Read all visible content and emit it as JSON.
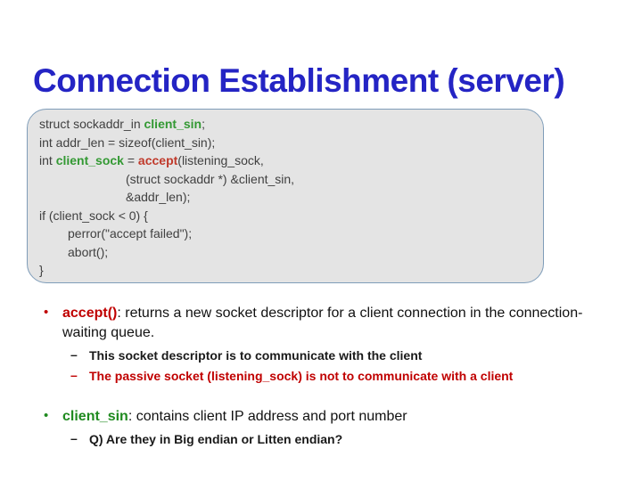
{
  "slide": {
    "title": "Connection Establishment (server)"
  },
  "code_block": {
    "lines": [
      {
        "parts": [
          {
            "t": "struct sockaddr_in "
          },
          {
            "t": "client_sin"
          },
          {
            "t": ";"
          }
        ]
      },
      {
        "parts": [
          {
            "t": "int addr_len = sizeof(client_sin);"
          }
        ]
      },
      {
        "parts": [
          {
            "t": "int "
          },
          {
            "t": "client_sock"
          },
          {
            "t": " = "
          },
          {
            "t": "accept"
          },
          {
            "t": "(listening_sock,"
          }
        ]
      },
      {
        "parts": [
          {
            "t": "(struct sockaddr *) &client_sin,"
          }
        ]
      },
      {
        "parts": [
          {
            "t": "&addr_len);"
          }
        ]
      },
      {
        "parts": [
          {
            "t": "if (client_sock < 0) {"
          }
        ]
      },
      {
        "parts": [
          {
            "t": "perror(\"accept failed\");"
          }
        ]
      },
      {
        "parts": [
          {
            "t": "abort();"
          }
        ]
      },
      {
        "parts": [
          {
            "t": "}"
          }
        ]
      }
    ]
  },
  "bullets": [
    {
      "marker": "•",
      "term": "accept()",
      "body": ": returns a new socket descriptor for a client connection in the connection-waiting queue.",
      "subs": [
        {
          "marker": "–",
          "text": "This socket descriptor is to communicate with the client"
        },
        {
          "marker": "–",
          "text": "The passive socket (listening_sock) is not to communicate with a client"
        }
      ]
    },
    {
      "marker": "•",
      "term": "client_sin",
      "body": ": contains client IP address and port number",
      "subs": [
        {
          "marker": "–",
          "text": "Q) Are they in Big endian or Litten endian?"
        }
      ]
    }
  ],
  "colors": {
    "title_blue": "#2424c4",
    "code_box_background": "#e4e4e4",
    "code_box_border": "#7f9db9",
    "code_text": "#404040",
    "keyword_green": "#339933",
    "keyword_red": "#c03a2b",
    "bullet_red": "#c00000",
    "bullet_green": "#1f8a1f",
    "body_text": "#111111"
  }
}
